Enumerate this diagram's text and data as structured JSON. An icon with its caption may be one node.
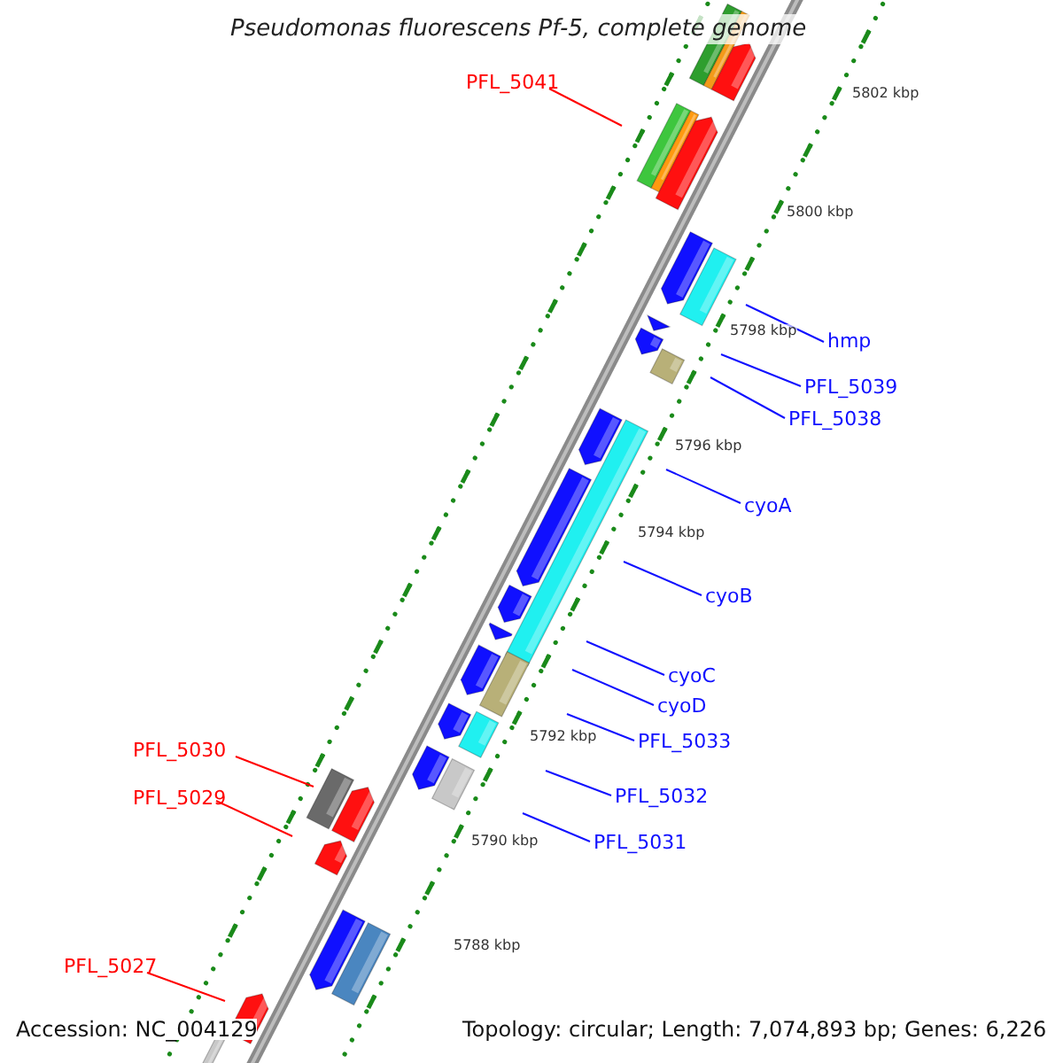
{
  "diagram": {
    "title": "Pseudomonas fluorescens Pf-5, complete genome",
    "nodes": [
      {
        "text": [
          "PFL_5041"
        ]
      },
      {
        "text": [
          "hmp"
        ]
      },
      {
        "text": [
          "PFL_5039"
        ]
      },
      {
        "text": [
          "PFL_5038"
        ]
      },
      {
        "text": [
          "cyoA"
        ]
      },
      {
        "text": [
          "cyoB"
        ]
      },
      {
        "text": [
          "cyoC"
        ]
      },
      {
        "text": [
          "cyoD"
        ]
      },
      {
        "text": [
          "PFL_5033"
        ]
      },
      {
        "text": [
          "PFL_5032"
        ]
      },
      {
        "text": [
          "PFL_5031"
        ]
      },
      {
        "text": [
          "PFL_5030"
        ]
      },
      {
        "text": [
          "PFL_5029"
        ]
      },
      {
        "text": [
          "PFL_5027"
        ]
      }
    ],
    "edges": [
      {
        "from": 0,
        "to": null,
        "arrow": "none",
        "color": "#ff0000"
      },
      {
        "from": 1,
        "to": null,
        "arrow": "none"
      },
      {
        "from": 2,
        "to": null,
        "arrow": "none"
      },
      {
        "from": 3,
        "to": null,
        "arrow": "none"
      },
      {
        "from": 4,
        "to": null,
        "arrow": "none"
      },
      {
        "from": 5,
        "to": null,
        "arrow": "none"
      },
      {
        "from": 6,
        "to": null,
        "arrow": "none"
      },
      {
        "from": 7,
        "to": null,
        "arrow": "none"
      },
      {
        "from": 8,
        "to": null,
        "arrow": "none"
      },
      {
        "from": 9,
        "to": null,
        "arrow": "none"
      },
      {
        "from": 10,
        "to": null,
        "arrow": "none"
      },
      {
        "from": 11,
        "to": null,
        "arrow": "none",
        "color": "#ff0000"
      },
      {
        "from": 12,
        "to": null,
        "arrow": "none",
        "color": "#ff0000"
      },
      {
        "from": 13,
        "to": null,
        "arrow": "none",
        "color": "#ff0000"
      }
    ],
    "labels": [
      "5802 kbp",
      "5800 kbp",
      "5798 kbp",
      "5796 kbp",
      "5794 kbp",
      "5792 kbp",
      "5790 kbp",
      "5788 kbp",
      "Accession: NC_004129",
      "Topology: circular; Length: 7,074,893 bp; Genes: 6,226"
    ]
  }
}
